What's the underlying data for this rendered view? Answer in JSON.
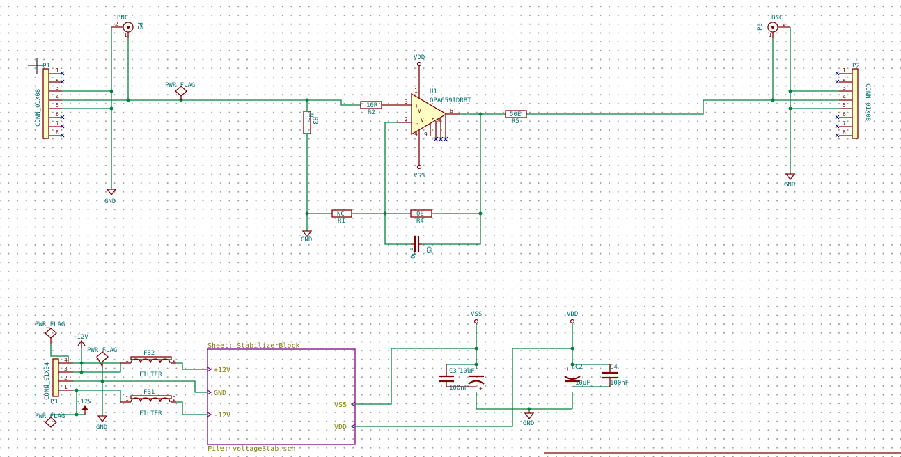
{
  "connectors": {
    "p1": {
      "ref": "P1",
      "value": "CONN_01X08",
      "pins": [
        "1",
        "2",
        "3",
        "4",
        "5",
        "6",
        "7",
        "8"
      ]
    },
    "p2": {
      "ref": "P2",
      "value": "CONN_01X08",
      "pins": [
        "1",
        "2",
        "3",
        "4",
        "5",
        "6",
        "7",
        "8"
      ]
    },
    "p3": {
      "ref": "P3",
      "value": "CONN_01X04",
      "pins": [
        "4",
        "3",
        "2",
        "1"
      ]
    },
    "p5": {
      "ref": "P5",
      "value": "BNC",
      "pins": [
        "2",
        "1"
      ]
    },
    "p6": {
      "ref": "P6",
      "value": "BNC",
      "pins": [
        "2",
        "1"
      ]
    }
  },
  "opamp": {
    "ref": "U1",
    "value": "OPA659IDRBT",
    "pins": [
      "3",
      "2",
      "6",
      "4",
      "1",
      "5",
      "8",
      "9"
    ]
  },
  "resistors": {
    "r1": {
      "ref": "R1",
      "value": "NC"
    },
    "r2": {
      "ref": "R2",
      "value": "10R"
    },
    "r3": {
      "ref": "R3",
      "value": "NC"
    },
    "r4": {
      "ref": "R4",
      "value": "0E"
    },
    "r5": {
      "ref": "R5",
      "value": "50E"
    }
  },
  "capacitors": {
    "c2": {
      "ref": "C2",
      "value": "10uF"
    },
    "c3": {
      "ref": "C3",
      "value": "10uF"
    },
    "c3b": {
      "value": "100nF"
    },
    "c4": {
      "ref": "C4",
      "value": "100nF"
    },
    "c5": {
      "ref": "C5",
      "value": "0pF"
    }
  },
  "ferrites": {
    "fb1": {
      "ref": "FB1",
      "value": "FILTER"
    },
    "fb2": {
      "ref": "FB2",
      "value": "FILTER"
    }
  },
  "power": {
    "vdd": "VDD",
    "vss": "VSS",
    "gnd": "GND",
    "pwr_flag": "PWR_FLAG",
    "plus12": "+12V",
    "minus12": "-12V"
  },
  "sheet": {
    "name": "Sheet: StabilizerBlock",
    "file": "File: voltageStab.sch",
    "pins": {
      "p12": "+12V",
      "gnd": "GND",
      "m12": "-12V",
      "vss": "VSS",
      "vdd": "VDD"
    }
  },
  "opamp_pins": {
    "plus": "+",
    "minus": "-",
    "vplus": "V+",
    "vminus": "V-"
  },
  "pins_small": {
    "one": "1",
    "two": "2"
  }
}
